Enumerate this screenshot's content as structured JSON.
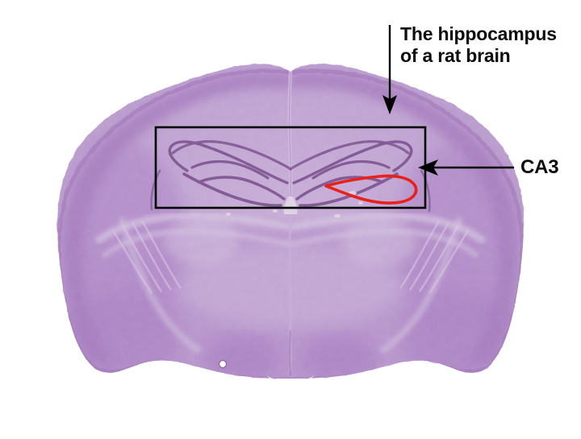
{
  "figure": {
    "type": "histology-micrograph",
    "specimen": "coronal section of a rat brain",
    "stain_appearance": "purple Nissl-stained tissue on white background"
  },
  "annotations": {
    "hippocampus": {
      "line1": "The hippocampus",
      "line2": "of a rat brain",
      "arrow": "down-arrow",
      "points_to": "hippocampus region inside black box"
    },
    "ca3": {
      "label": "CA3",
      "arrow": "left-arrow",
      "points_to": "red-outlined CA3 pyramidal cell layer"
    }
  },
  "overlays": {
    "roi_box": "black rectangle outlining the hippocampal formation",
    "ca3_highlight": "red traced CA3 cell layer"
  },
  "colors": {
    "tissue_light": "#cfb2de",
    "tissue_mid": "#bb95d0",
    "tissue_dark": "#a577bd",
    "cell_layer": "#6b3f7d",
    "highlight_red": "#e8211c",
    "annotation_black": "#0d0d0d",
    "background": "#ffffff"
  }
}
